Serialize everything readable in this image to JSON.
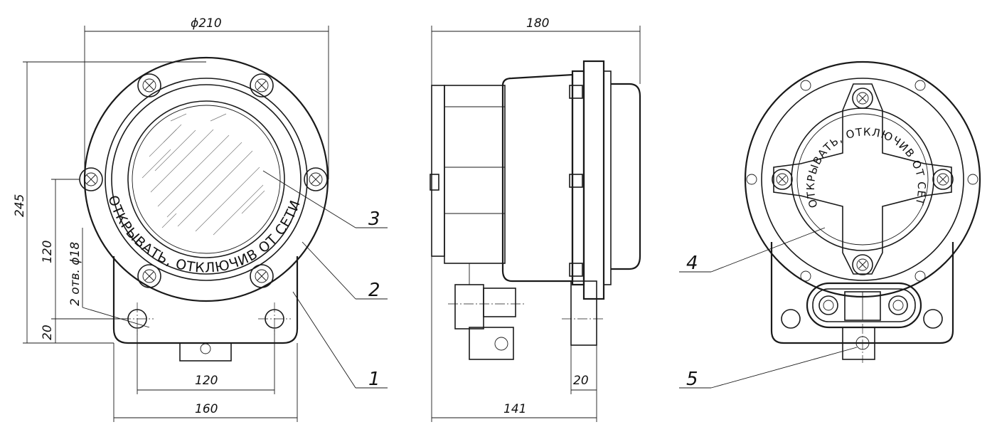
{
  "dimensions": {
    "front_diameter": "ϕ210",
    "front_height": "245",
    "front_holes_spacing_v": "120",
    "front_bottom_offset": "20",
    "front_holes_callout": "2 отв. ϕ18",
    "front_holes_spacing_h": "120",
    "front_base_width": "160",
    "side_overall": "180",
    "side_body": "141",
    "side_flange": "20"
  },
  "warning_text": "ОТКРЫВАТЬ, ОТКЛЮЧИВ ОТ СЕТИ",
  "leaders": [
    "1",
    "2",
    "3",
    "4",
    "5"
  ]
}
